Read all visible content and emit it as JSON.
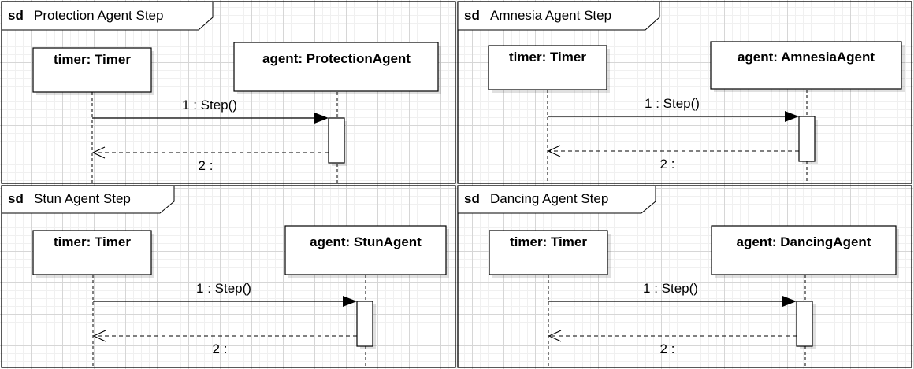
{
  "diagram": {
    "frames": [
      {
        "keyword": "sd",
        "title": "Protection Agent Step",
        "lifelines": [
          "timer: Timer",
          "agent: ProtectionAgent"
        ],
        "message": "1 : Step()",
        "reply": "2 :"
      },
      {
        "keyword": "sd",
        "title": "Amnesia Agent Step",
        "lifelines": [
          "timer: Timer",
          "agent: AmnesiaAgent"
        ],
        "message": "1 : Step()",
        "reply": "2 :"
      },
      {
        "keyword": "sd",
        "title": "Stun Agent Step",
        "lifelines": [
          "timer: Timer",
          "agent: StunAgent"
        ],
        "message": "1 : Step()",
        "reply": "2 :"
      },
      {
        "keyword": "sd",
        "title": "Dancing Agent Step",
        "lifelines": [
          "timer: Timer",
          "agent: DancingAgent"
        ],
        "message": "1 : Step()",
        "reply": "2 :"
      }
    ]
  }
}
